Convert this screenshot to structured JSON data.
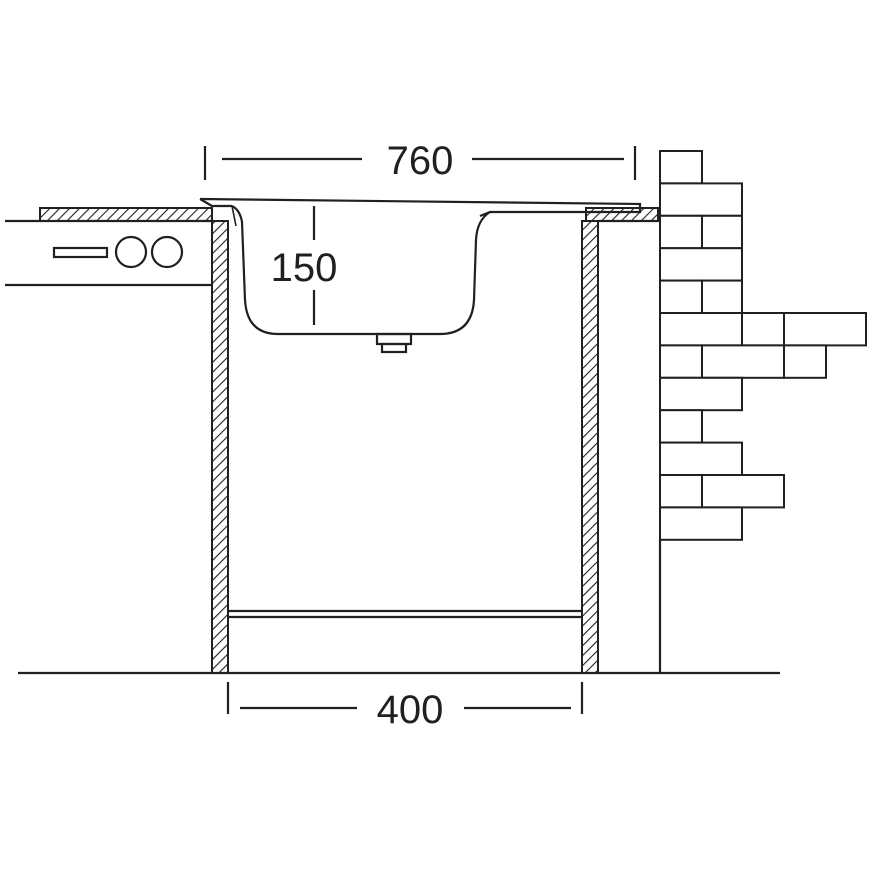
{
  "dimensions": {
    "overall_width": "760",
    "bowl_depth": "150",
    "cabinet_width": "400"
  },
  "colors": {
    "line": "#231f20",
    "background": "#ffffff"
  }
}
